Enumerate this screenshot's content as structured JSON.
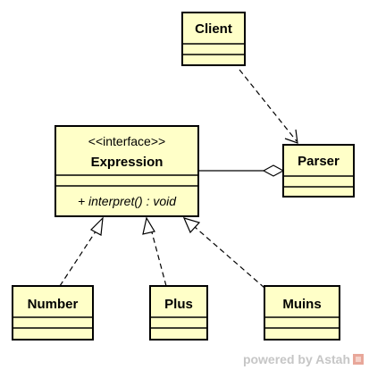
{
  "classes": {
    "client": {
      "name": "Client"
    },
    "parser": {
      "name": "Parser"
    },
    "expression": {
      "stereotype": "<<interface>>",
      "name": "Expression",
      "operation": "+ interpret() : void"
    },
    "number": {
      "name": "Number"
    },
    "plus": {
      "name": "Plus"
    },
    "muins": {
      "name": "Muins"
    }
  },
  "relationships": [
    {
      "type": "dependency",
      "from": "Client",
      "to": "Parser"
    },
    {
      "type": "aggregation",
      "whole": "Parser",
      "part": "Expression"
    },
    {
      "type": "realization",
      "from": "Number",
      "to": "Expression"
    },
    {
      "type": "realization",
      "from": "Plus",
      "to": "Expression"
    },
    {
      "type": "realization",
      "from": "Muins",
      "to": "Expression"
    }
  ],
  "watermark": {
    "text": "powered by Astah"
  },
  "colors": {
    "class_fill": "#ffffc8",
    "watermark": "#c6c6c6"
  }
}
